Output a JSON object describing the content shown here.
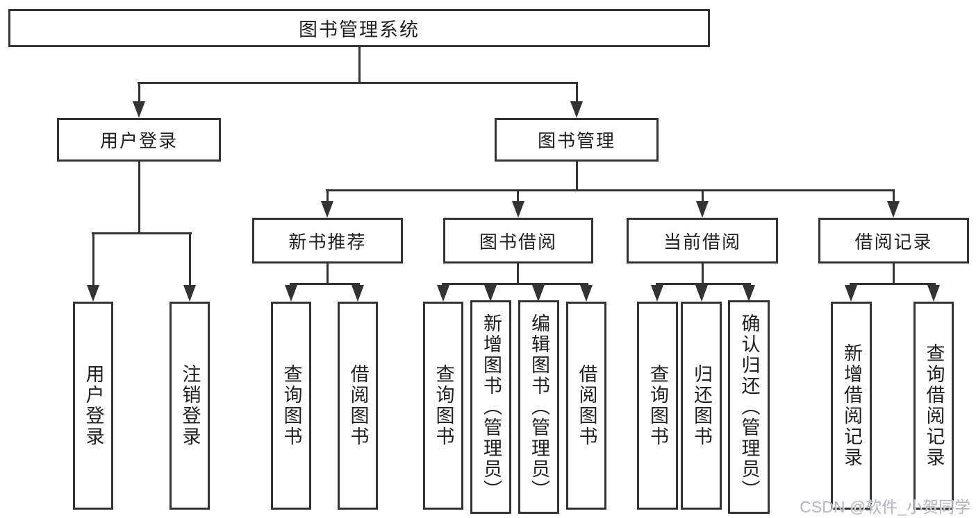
{
  "tree": {
    "root": {
      "label": "图书管理系统"
    },
    "branches": [
      {
        "label": "用户登录",
        "children": [
          {
            "label": "用户登录"
          },
          {
            "label": "注销登录"
          }
        ]
      },
      {
        "label": "图书管理",
        "children": [
          {
            "label": "新书推荐",
            "children": [
              {
                "label": "查询图书"
              },
              {
                "label": "借阅图书"
              }
            ]
          },
          {
            "label": "图书借阅",
            "children": [
              {
                "label": "查询图书"
              },
              {
                "label": "新增图书（管理员）"
              },
              {
                "label": "编辑图书（管理员）"
              },
              {
                "label": "借阅图书"
              }
            ]
          },
          {
            "label": "当前借阅",
            "children": [
              {
                "label": "查询图书"
              },
              {
                "label": "归还图书"
              },
              {
                "label": "确认归还（管理员）"
              }
            ]
          },
          {
            "label": "借阅记录",
            "children": [
              {
                "label": "新增借阅记录"
              },
              {
                "label": "查询借阅记录"
              }
            ]
          }
        ]
      }
    ]
  },
  "watermark": {
    "text": "CSDN @软件_小贺同学"
  },
  "colors": {
    "line": "#333333",
    "text": "#1f1f1f",
    "node-bg": "#ffffff",
    "watermark": "#b2b6bc",
    "background": "#ffffff"
  }
}
